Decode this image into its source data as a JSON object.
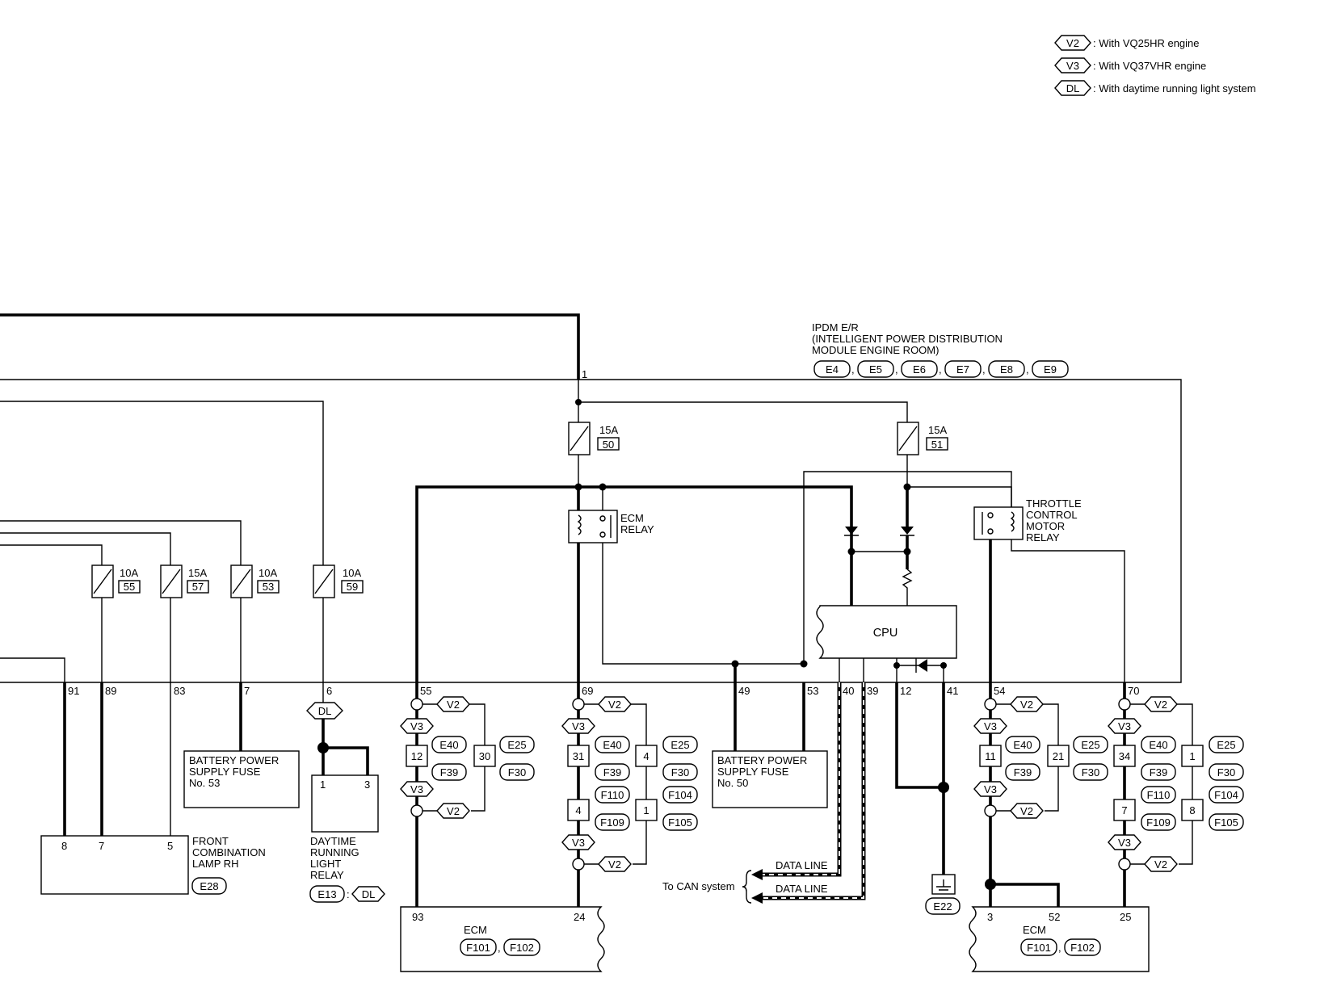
{
  "legend": [
    {
      "code": "V2",
      "text": ": With VQ25HR engine"
    },
    {
      "code": "V3",
      "text": ": With VQ37VHR engine"
    },
    {
      "code": "DL",
      "text": ": With daytime running light system"
    }
  ],
  "ipdm": {
    "lines": [
      "IPDM E/R",
      "(INTELLIGENT POWER DISTRIBUTION",
      " MODULE ENGINE ROOM)"
    ],
    "connectors": [
      "E4",
      "E5",
      "E6",
      "E7",
      "E8",
      "E9"
    ],
    "cpu": "CPU",
    "input_pin": "1"
  },
  "fuses": [
    {
      "rating": "10A",
      "number": "55"
    },
    {
      "rating": "15A",
      "number": "57"
    },
    {
      "rating": "10A",
      "number": "53"
    },
    {
      "rating": "10A",
      "number": "59"
    },
    {
      "rating": "15A",
      "number": "50"
    },
    {
      "rating": "15A",
      "number": "51"
    }
  ],
  "relays": {
    "ecm": [
      "ECM",
      "RELAY"
    ],
    "throttle": [
      "THROTTLE",
      "CONTROL",
      "MOTOR",
      "RELAY"
    ]
  },
  "pins": {
    "ipdm": [
      "91",
      "89",
      "83",
      "7",
      "6",
      "55",
      "69",
      "49",
      "53",
      "40",
      "39",
      "12",
      "41",
      "54",
      "70"
    ],
    "lamp": [
      "8",
      "7",
      "5"
    ],
    "drl": [
      "1",
      "3"
    ],
    "ecm_left": [
      "93",
      "24"
    ],
    "ecm_right": [
      "3",
      "52",
      "25"
    ]
  },
  "components": {
    "lamp": {
      "lines": [
        "FRONT",
        "COMBINATION",
        "LAMP RH"
      ],
      "connector": "E28"
    },
    "drl": {
      "lines": [
        "DAYTIME",
        "RUNNING",
        "LIGHT",
        "RELAY"
      ],
      "connector": "E13",
      "condition": "DL"
    },
    "fuse53": [
      "BATTERY POWER",
      "SUPPLY FUSE",
      "No. 53"
    ],
    "fuse50": [
      "BATTERY POWER",
      "SUPPLY FUSE",
      "No. 50"
    ],
    "ecm_left": {
      "name": "ECM",
      "connectors": [
        "F101",
        "F102"
      ]
    },
    "ecm_right": {
      "name": "ECM",
      "connectors": [
        "F101",
        "F102"
      ]
    },
    "ground": "E22"
  },
  "can": {
    "data_line": "DATA LINE",
    "to_can": "To CAN system"
  },
  "harness": {
    "groups": [
      {
        "pins": [
          "12",
          "30"
        ],
        "connectors": [
          "E40",
          "F39",
          "E25",
          "F30"
        ]
      },
      {
        "pins": [
          "31",
          "4",
          "4",
          "1"
        ],
        "connectors": [
          "E40",
          "F39",
          "F110",
          "F109",
          "E25",
          "F30",
          "F104",
          "F105"
        ]
      },
      {
        "pins": [
          "11",
          "21"
        ],
        "connectors": [
          "E40",
          "F39",
          "E25",
          "F30"
        ]
      },
      {
        "pins": [
          "34",
          "7",
          "1",
          "8"
        ],
        "connectors": [
          "E40",
          "F39",
          "F110",
          "F109",
          "E25",
          "F30",
          "F104",
          "F105"
        ]
      }
    ],
    "v2": "V2",
    "v3": "V3",
    "dl": "DL"
  }
}
